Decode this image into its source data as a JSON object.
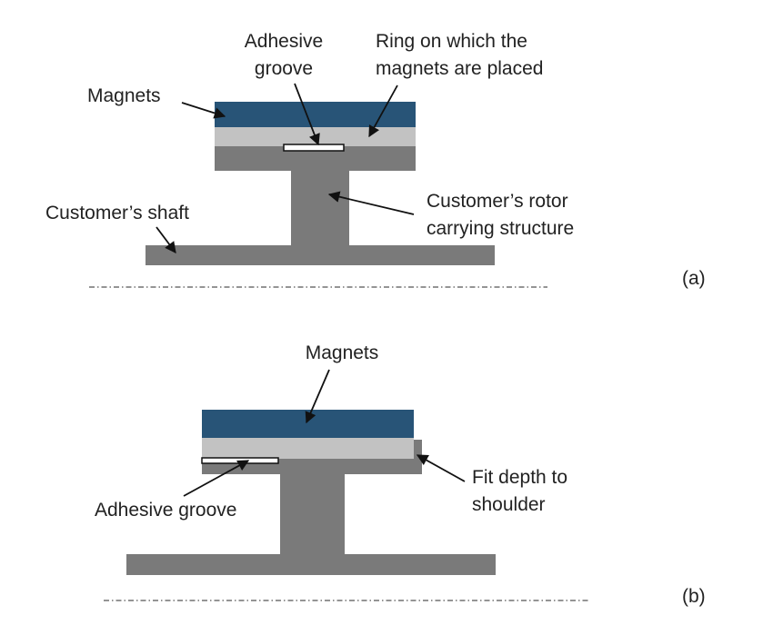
{
  "colors": {
    "magnet": "#285477",
    "ring": "#c2c2c2",
    "rotor_structure": "#7a7a7a",
    "groove_fill": "#ffffff",
    "text": "#222222"
  },
  "diagram_a": {
    "tag": "(a)",
    "labels": {
      "magnets": "Magnets",
      "adhesive_groove_line1": "Adhesive",
      "adhesive_groove_line2": "groove",
      "ring_line1": "Ring on which the",
      "ring_line2": "magnets are placed",
      "rotor_line1": "Customer’s rotor",
      "rotor_line2": "carrying structure",
      "shaft": "Customer’s shaft"
    }
  },
  "diagram_b": {
    "tag": "(b)",
    "labels": {
      "magnets": "Magnets",
      "adhesive_groove": "Adhesive groove",
      "fit_depth_line1": "Fit depth to",
      "fit_depth_line2": "shoulder"
    }
  }
}
